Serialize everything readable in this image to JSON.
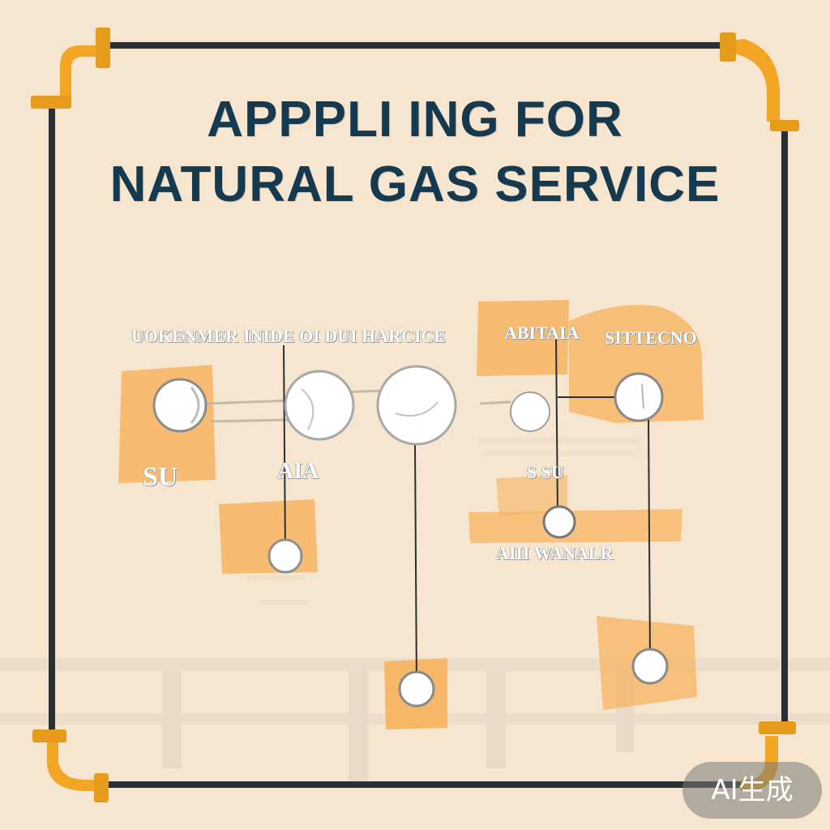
{
  "title": {
    "line1": "APPPLI ING FOR",
    "line2": "NATURAL GAS SERVICE"
  },
  "diagram_labels": {
    "label_1": "UOKENMER",
    "label_2": "INIDE OI DUI HARCICE",
    "label_3": "ABITAIA",
    "label_4": "SITTECNO",
    "label_5": "SU",
    "label_6": "AIA",
    "label_7": "S SU",
    "label_8": "AIII WANALR"
  },
  "watermark": "AI生成",
  "colors": {
    "background": "#f6e6cf",
    "frame": "#2b2f33",
    "pipe_fitting": "#f2a623",
    "block": "#f7b462",
    "title": "#15394f"
  }
}
